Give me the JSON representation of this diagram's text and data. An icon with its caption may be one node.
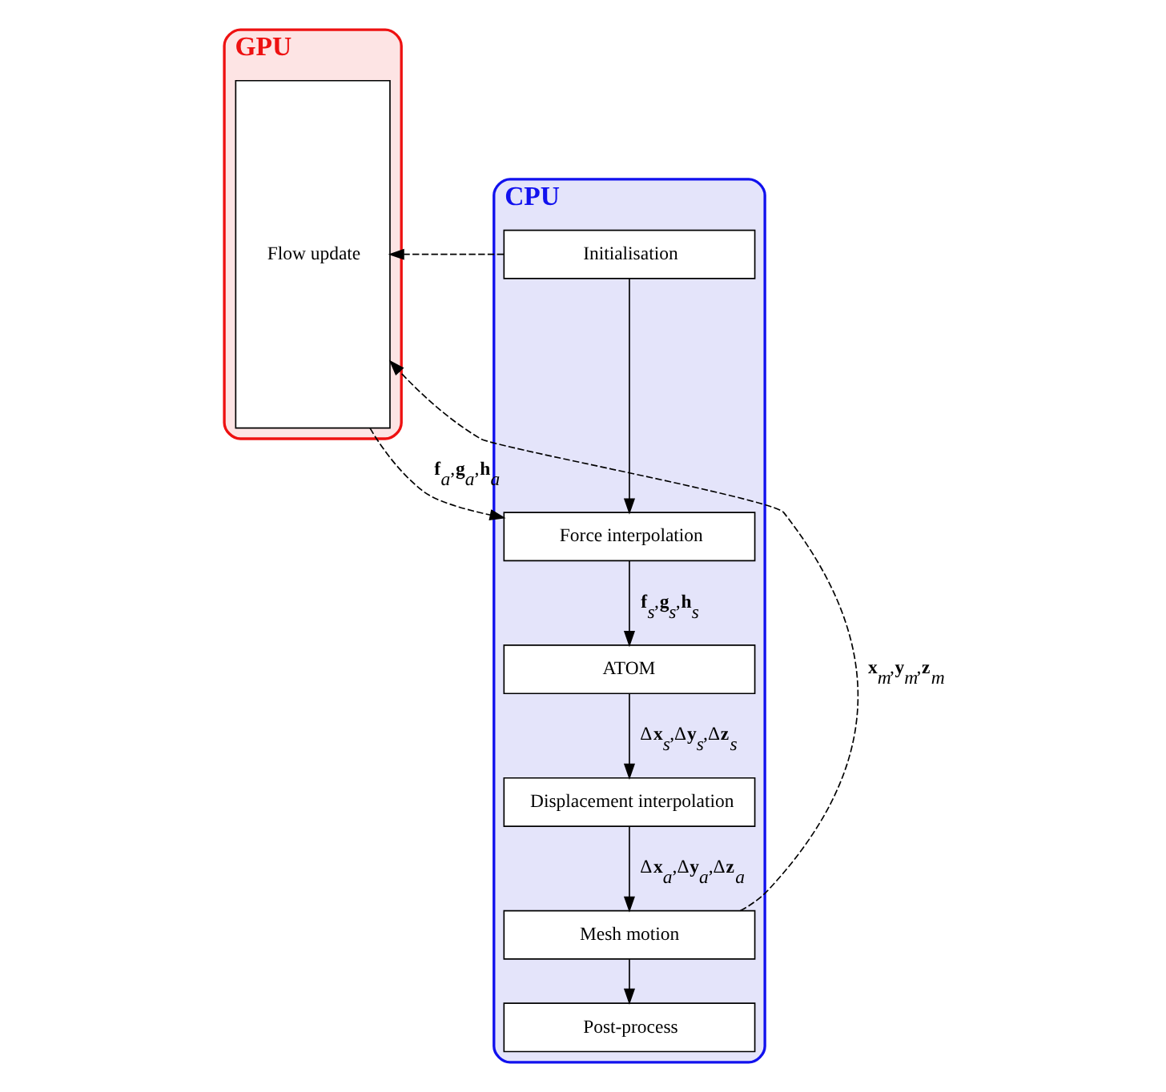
{
  "diagram": {
    "nodes": [
      {
        "text": [
          "GPU"
        ]
      },
      {
        "text": [
          "Flow update"
        ],
        "in": 0
      },
      {
        "text": [
          "CPU"
        ]
      },
      {
        "text": [
          "Initialisation"
        ],
        "in": 2
      },
      {
        "text": [
          "Force interpolation"
        ],
        "in": 2
      },
      {
        "text": [
          "ATOM"
        ],
        "in": 2
      },
      {
        "text": [
          "Displacement interpolation"
        ],
        "in": 2
      },
      {
        "text": [
          "Mesh motion"
        ],
        "in": 2
      },
      {
        "text": [
          "Post-process"
        ],
        "in": 2
      }
    ],
    "edges": [
      {
        "from": 3,
        "to": 4,
        "arrow": "to"
      },
      {
        "from": 3,
        "to": 1,
        "arrow": "to",
        "style": "dashed"
      },
      {
        "from": 1,
        "to": 4,
        "arrow": "to",
        "style": "dashed",
        "label": "**f**$_{a}$,**g**$_{a}$,**h**$_{a}$"
      },
      {
        "from": 4,
        "to": 5,
        "arrow": "to",
        "label": "**f**$_{s}$,**g**$_{s}$,**h**$_{s}$"
      },
      {
        "from": 5,
        "to": 6,
        "arrow": "to",
        "label": "Δ**x**$_{s}$,Δ**y**$_{s}$,Δ**z**$_{s}$"
      },
      {
        "from": 6,
        "to": 7,
        "arrow": "to",
        "label": "Δ**x**$_{a}$,Δ**y**$_{a}$,Δ**z**$_{a}$"
      },
      {
        "from": 7,
        "to": 1,
        "arrow": "to",
        "style": "dashed",
        "label": "**x**$_{m}$,**y**$_{m}$,**z**$_{m}$"
      },
      {
        "from": 7,
        "to": 8,
        "arrow": "to"
      }
    ]
  }
}
